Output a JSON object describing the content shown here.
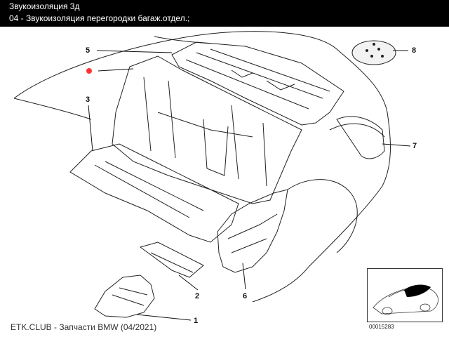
{
  "header": {
    "title": "Звукоизоляция 3д",
    "subtitle": "04 - Звукоизоляция перегородки багаж.отдел.;"
  },
  "callouts": {
    "c1": "1",
    "c2": "2",
    "c3": "3",
    "c5": "5",
    "c6": "6",
    "c7": "7",
    "c8": "8"
  },
  "footer": {
    "text": "ETK.CLUB - Запчасти BMW (04/2021)"
  },
  "inset": {
    "image_id": "00015283"
  },
  "colors": {
    "header_bg": "#000000",
    "header_text": "#ffffff",
    "highlight": "#ff3333"
  }
}
